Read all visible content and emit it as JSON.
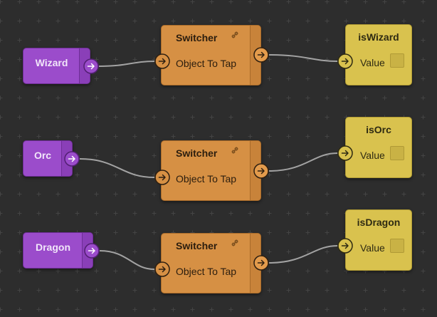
{
  "graph": {
    "rows": [
      {
        "source": {
          "label": "Wizard"
        },
        "switcher": {
          "title": "Switcher",
          "input_label": "Object To Tap",
          "link_icon": "link-icon"
        },
        "target": {
          "title": "isWizard",
          "value_label": "Value",
          "value_checked": false
        }
      },
      {
        "source": {
          "label": "Orc"
        },
        "switcher": {
          "title": "Switcher",
          "input_label": "Object To Tap",
          "link_icon": "link-icon"
        },
        "target": {
          "title": "isOrc",
          "value_label": "Value",
          "value_checked": false
        }
      },
      {
        "source": {
          "label": "Dragon"
        },
        "switcher": {
          "title": "Switcher",
          "input_label": "Object To Tap",
          "link_icon": "link-icon"
        },
        "target": {
          "title": "isDragon",
          "value_label": "Value",
          "value_checked": false
        }
      }
    ],
    "colors": {
      "canvas": "#2d2d2d",
      "source_node": "#9b4ccb",
      "switcher_node": "#d69044",
      "target_node": "#d9c24e",
      "wire": "#a3a3a3"
    }
  }
}
